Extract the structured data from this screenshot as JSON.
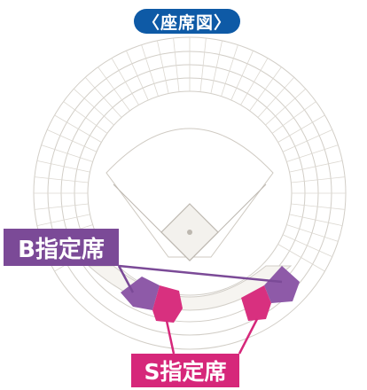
{
  "title": "〈座席図〉",
  "labels": {
    "b_seat": "B指定席",
    "s_seat": "S指定席"
  },
  "colors": {
    "title_bg": "#0e5aa6",
    "b_seat": "#7b4a97",
    "s_seat": "#d6277a",
    "stadium_line": "#c8c4bd"
  }
}
